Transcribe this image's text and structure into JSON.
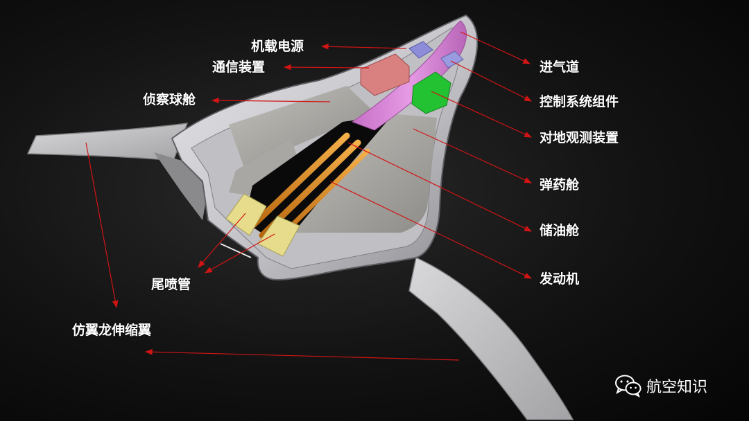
{
  "labels": {
    "onboard_power": "机载电源",
    "comm_device": "通信装置",
    "recon_pod": "侦察球舱",
    "air_intake": "进气道",
    "control_components": "控制系统组件",
    "ground_observation": "对地观测装置",
    "ammo_bay": "弹药舱",
    "fuel_tank": "储油舱",
    "engine": "发动机",
    "exhaust_nozzle": "尾喷管",
    "morphing_wing": "仿翼龙伸缩翼"
  },
  "watermark": {
    "text": "航空知识",
    "icon": "wechat-icon"
  },
  "colors": {
    "arrow": "#d11414",
    "hull": "#c9c9ce",
    "intake": "#d77fd6",
    "control_block": "#9a9ae0",
    "power_block": "#8c8cd8",
    "comm_block": "#d98080",
    "observation": "#22c232",
    "fuel_rods": "#e08a1e",
    "nozzle": "#e6dc8c"
  }
}
